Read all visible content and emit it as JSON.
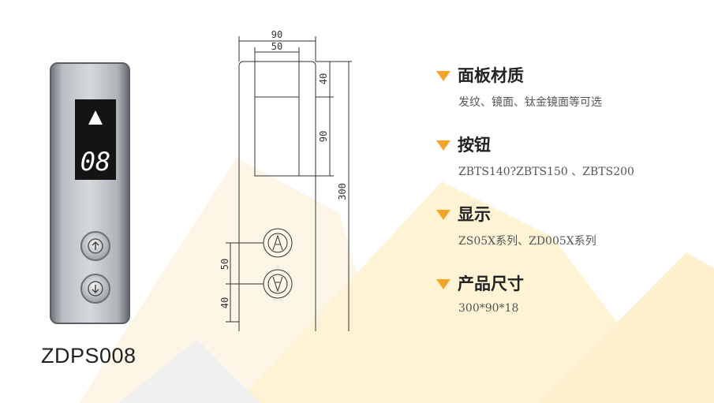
{
  "colors": {
    "accent": "#f3a52a",
    "background_shape": "#fdf3dc",
    "display_red": "#ffffff"
  },
  "product": {
    "model": "ZDPS008",
    "display_text": "08"
  },
  "drawing": {
    "dim_width_outer": "90",
    "dim_width_inner": "50",
    "dim_top_offset": "40",
    "dim_display_height": "90",
    "dim_total_height": "300",
    "dim_button_spacing": "50",
    "dim_bottom_offset": "40"
  },
  "specs": [
    {
      "title": "面板材质",
      "value": "发纹、镜面、钛金镜面等可选"
    },
    {
      "title": "按钮",
      "value": "ZBTS140?ZBTS150 、ZBTS200"
    },
    {
      "title": "显示",
      "value": "ZS05X系列、ZD005X系列"
    },
    {
      "title": "产品尺寸",
      "value": "300*90*18"
    }
  ]
}
